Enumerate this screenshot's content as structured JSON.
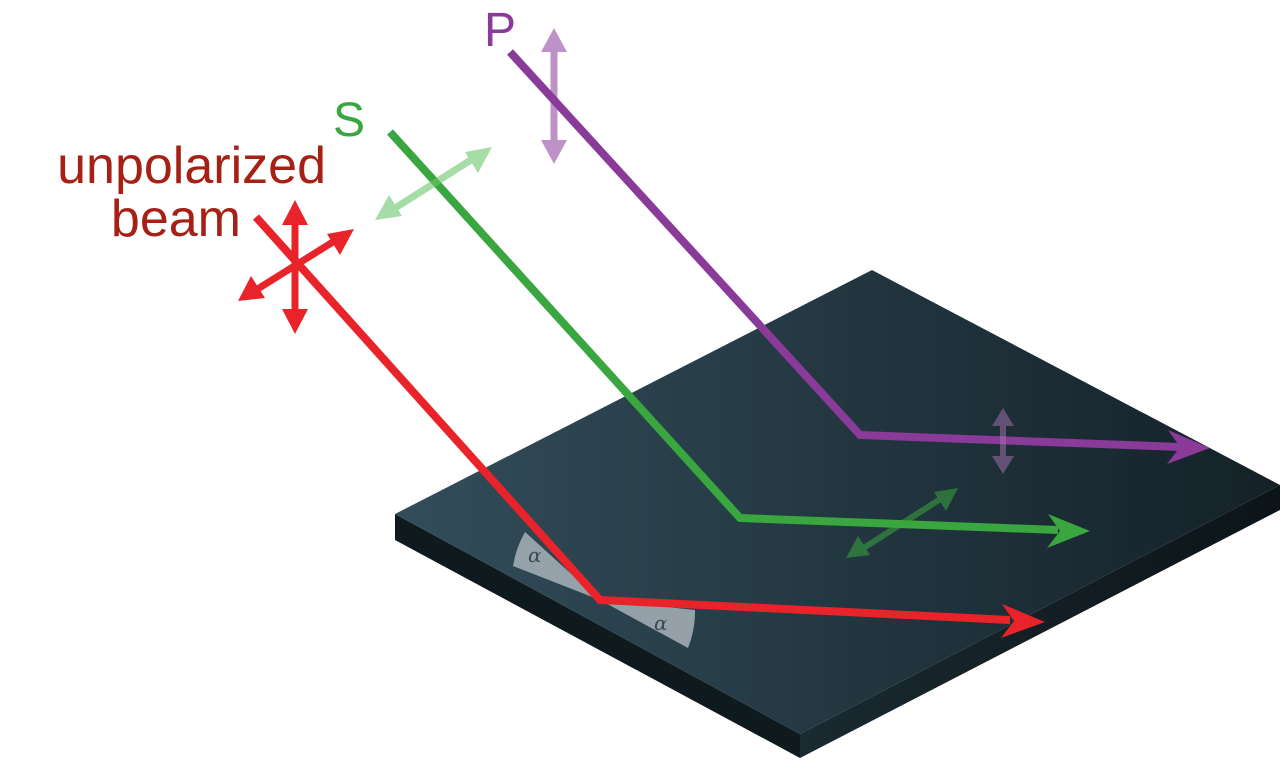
{
  "labels": {
    "unpolarized_line1": "unpolarized",
    "unpolarized_line2": "beam",
    "s": "S",
    "p": "P",
    "angle_incident": "α",
    "angle_reflected": "α"
  },
  "colors": {
    "unpolarized": "#e8242a",
    "unpolarized_text": "#a52116",
    "s": "#3aa63f",
    "s_light": "#7fcf7f",
    "p": "#8a3a98",
    "p_light": "#c49bcc",
    "surface_left": "#2f4a57",
    "surface_right": "#15232b",
    "surface_edge": "#0d171c",
    "angle_arc": "#b9c2c8"
  }
}
